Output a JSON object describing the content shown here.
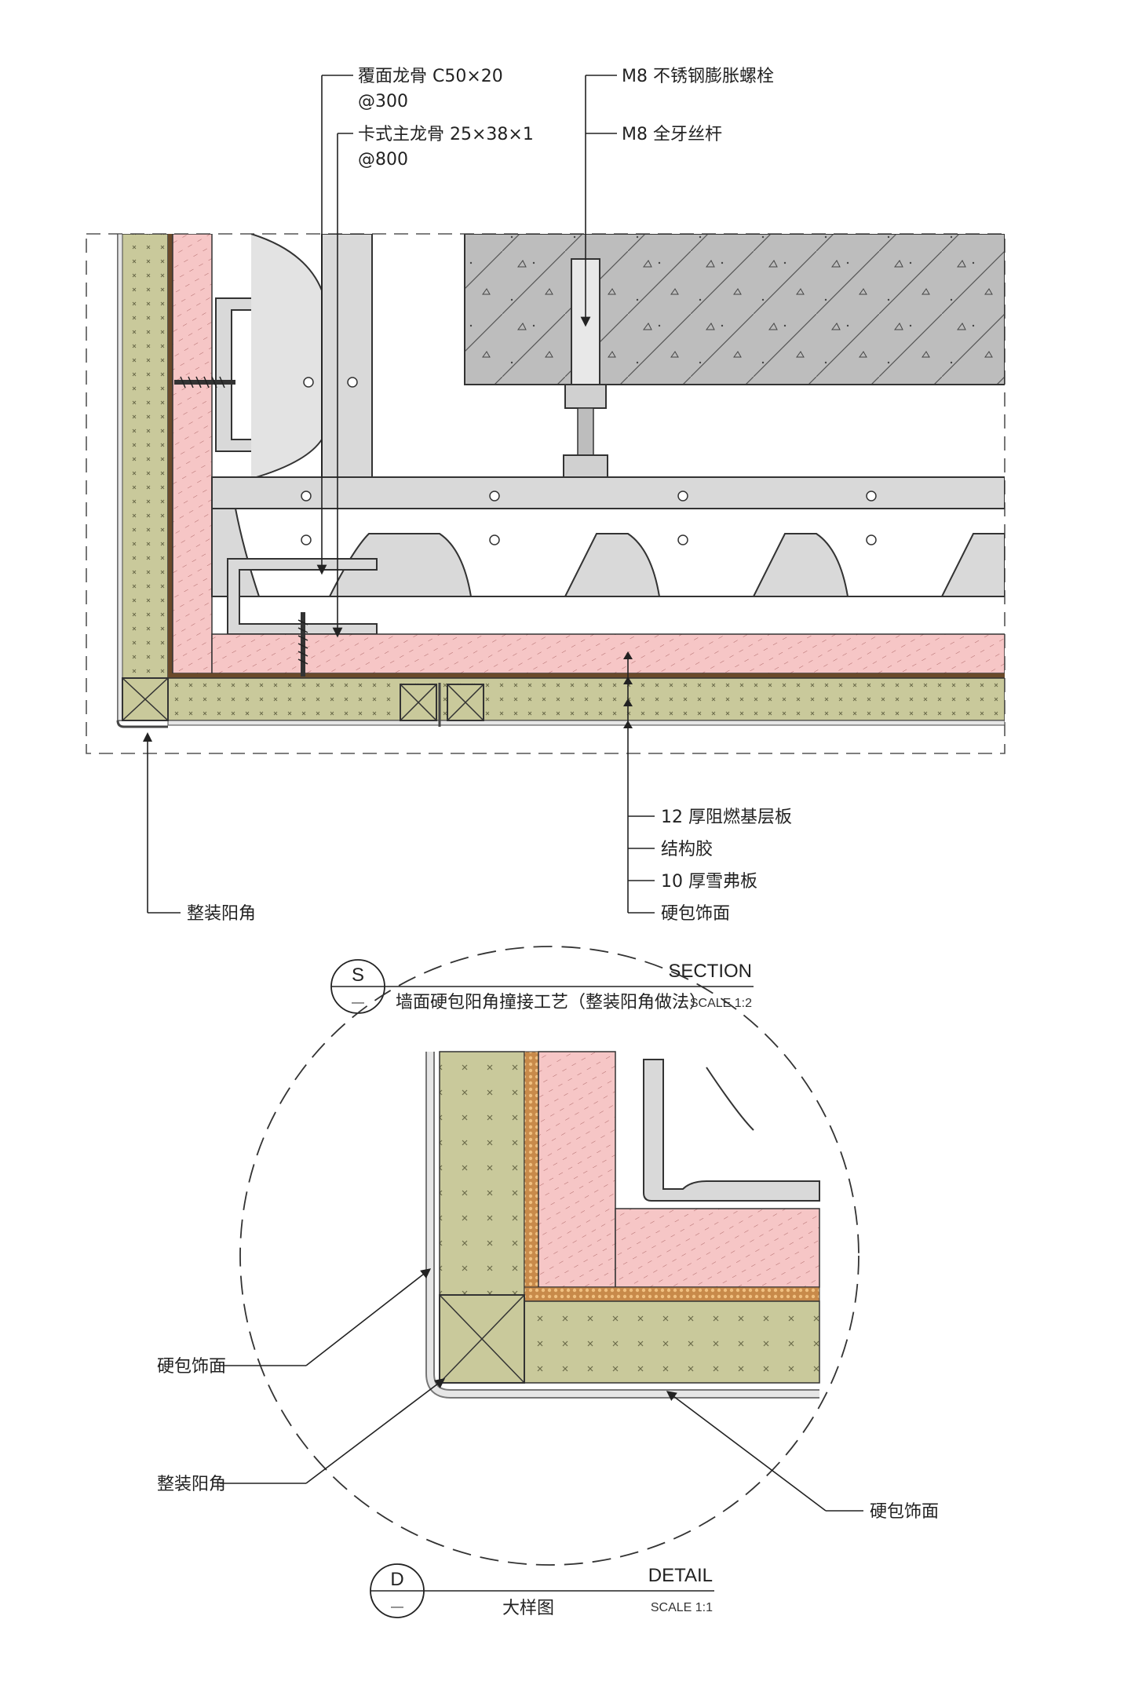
{
  "colors": {
    "board_khaki": "#c9c99b",
    "fireboard_pink": "#f6c6c6",
    "concrete": "#bdbdbd",
    "steel": "#d9d9d9",
    "glue": "#c88a4a",
    "finish": "#e6e6e6"
  },
  "section": {
    "labels": {
      "keel_cover_1": "覆面龙骨 C50×20",
      "keel_cover_2": "@300",
      "keel_main_1": "卡式主龙骨 25×38×1",
      "keel_main_2": "@800",
      "bolt": "M8 不锈钢膨胀螺栓",
      "rod": "M8 全牙丝杆",
      "layer_base": "12 厚阻燃基层板",
      "layer_glue": "结构胶",
      "layer_board": "10 厚雪弗板",
      "layer_finish": "硬包饰面",
      "corner": "整装阳角"
    },
    "title_block": {
      "tag": "S",
      "sub": "—",
      "type": "SECTION",
      "name": "墙面硬包阳角撞接工艺（整装阳角做法）",
      "scale": "SCALE 1:2"
    }
  },
  "detail": {
    "labels": {
      "finish_left": "硬包饰面",
      "corner_left": "整装阳角",
      "finish_right": "硬包饰面"
    },
    "title_block": {
      "tag": "D",
      "sub": "—",
      "type": "DETAIL",
      "name": "大样图",
      "scale": "SCALE 1:1"
    }
  }
}
